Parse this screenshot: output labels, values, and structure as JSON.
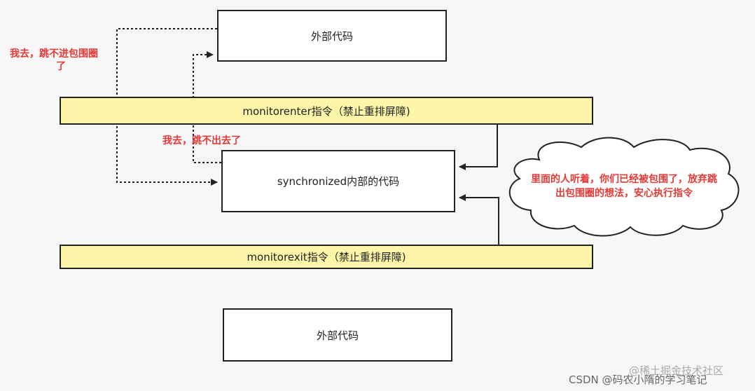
{
  "boxes": {
    "outer_top": "外部代码",
    "sync_inner": "synchronized内部的代码",
    "outer_bottom": "外部代码"
  },
  "bands": {
    "enter": "monitorenter指令（禁止重排屏障)",
    "exit": "monitorexit指令（禁止重排屏障)"
  },
  "notes": {
    "cannot_jump_in_line1": "我去，跳不进包围圈",
    "cannot_jump_in_line2": "了",
    "cannot_jump_out": "我去，跳不出去了"
  },
  "cloud": {
    "line1": "里面的人听着，你们已经被包围了，放弃跳",
    "line2": "出包围圈的想法，安心执行指令"
  },
  "watermark": {
    "text1": "CSDN @码农小隋的学习笔记",
    "text2": "@稀土掘金技术社区"
  },
  "colors": {
    "band_fill": "#fdf6a9",
    "note_red": "#e53935",
    "border": "#222222"
  }
}
